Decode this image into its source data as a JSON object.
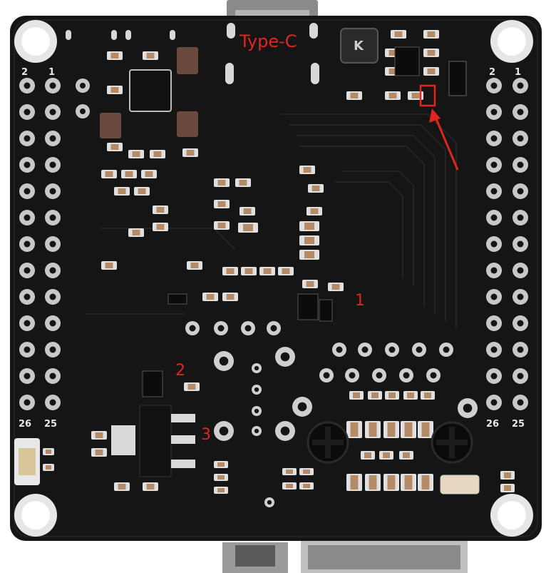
{
  "photo": {
    "subject": "PCB bottom view",
    "labels": {
      "type_c": "Type-C",
      "marker_1": "1",
      "marker_2": "2",
      "marker_3": "3",
      "left_header_top_2": "2",
      "left_header_top_1": "1",
      "right_header_top_2": "2",
      "right_header_top_1": "1",
      "left_header_bottom_26": "26",
      "left_header_bottom_25": "25",
      "right_header_bottom_26": "26",
      "right_header_bottom_25": "25",
      "inductor_mark": "K"
    },
    "colors": {
      "board": "#151515",
      "annotation": "#e0261f",
      "silkscreen": "#e8e8e8",
      "pad": "#c8c8c8"
    }
  }
}
